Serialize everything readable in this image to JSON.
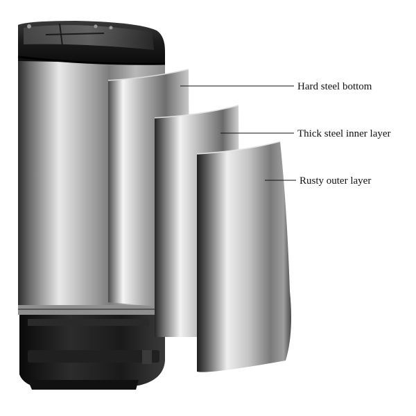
{
  "callouts": [
    {
      "label": "Hard steel bottom"
    },
    {
      "label": "Thick steel inner layer"
    },
    {
      "label": "Rusty outer layer"
    }
  ],
  "colors": {
    "background": "#ffffff",
    "steel_light": "#f4f4f4",
    "steel_mid": "#9a9a9a",
    "steel_dark": "#3a3a3a",
    "lid_black": "#1c1c1c",
    "base_black": "#151515",
    "leader_line": "#111111",
    "label_text": "#111111"
  }
}
